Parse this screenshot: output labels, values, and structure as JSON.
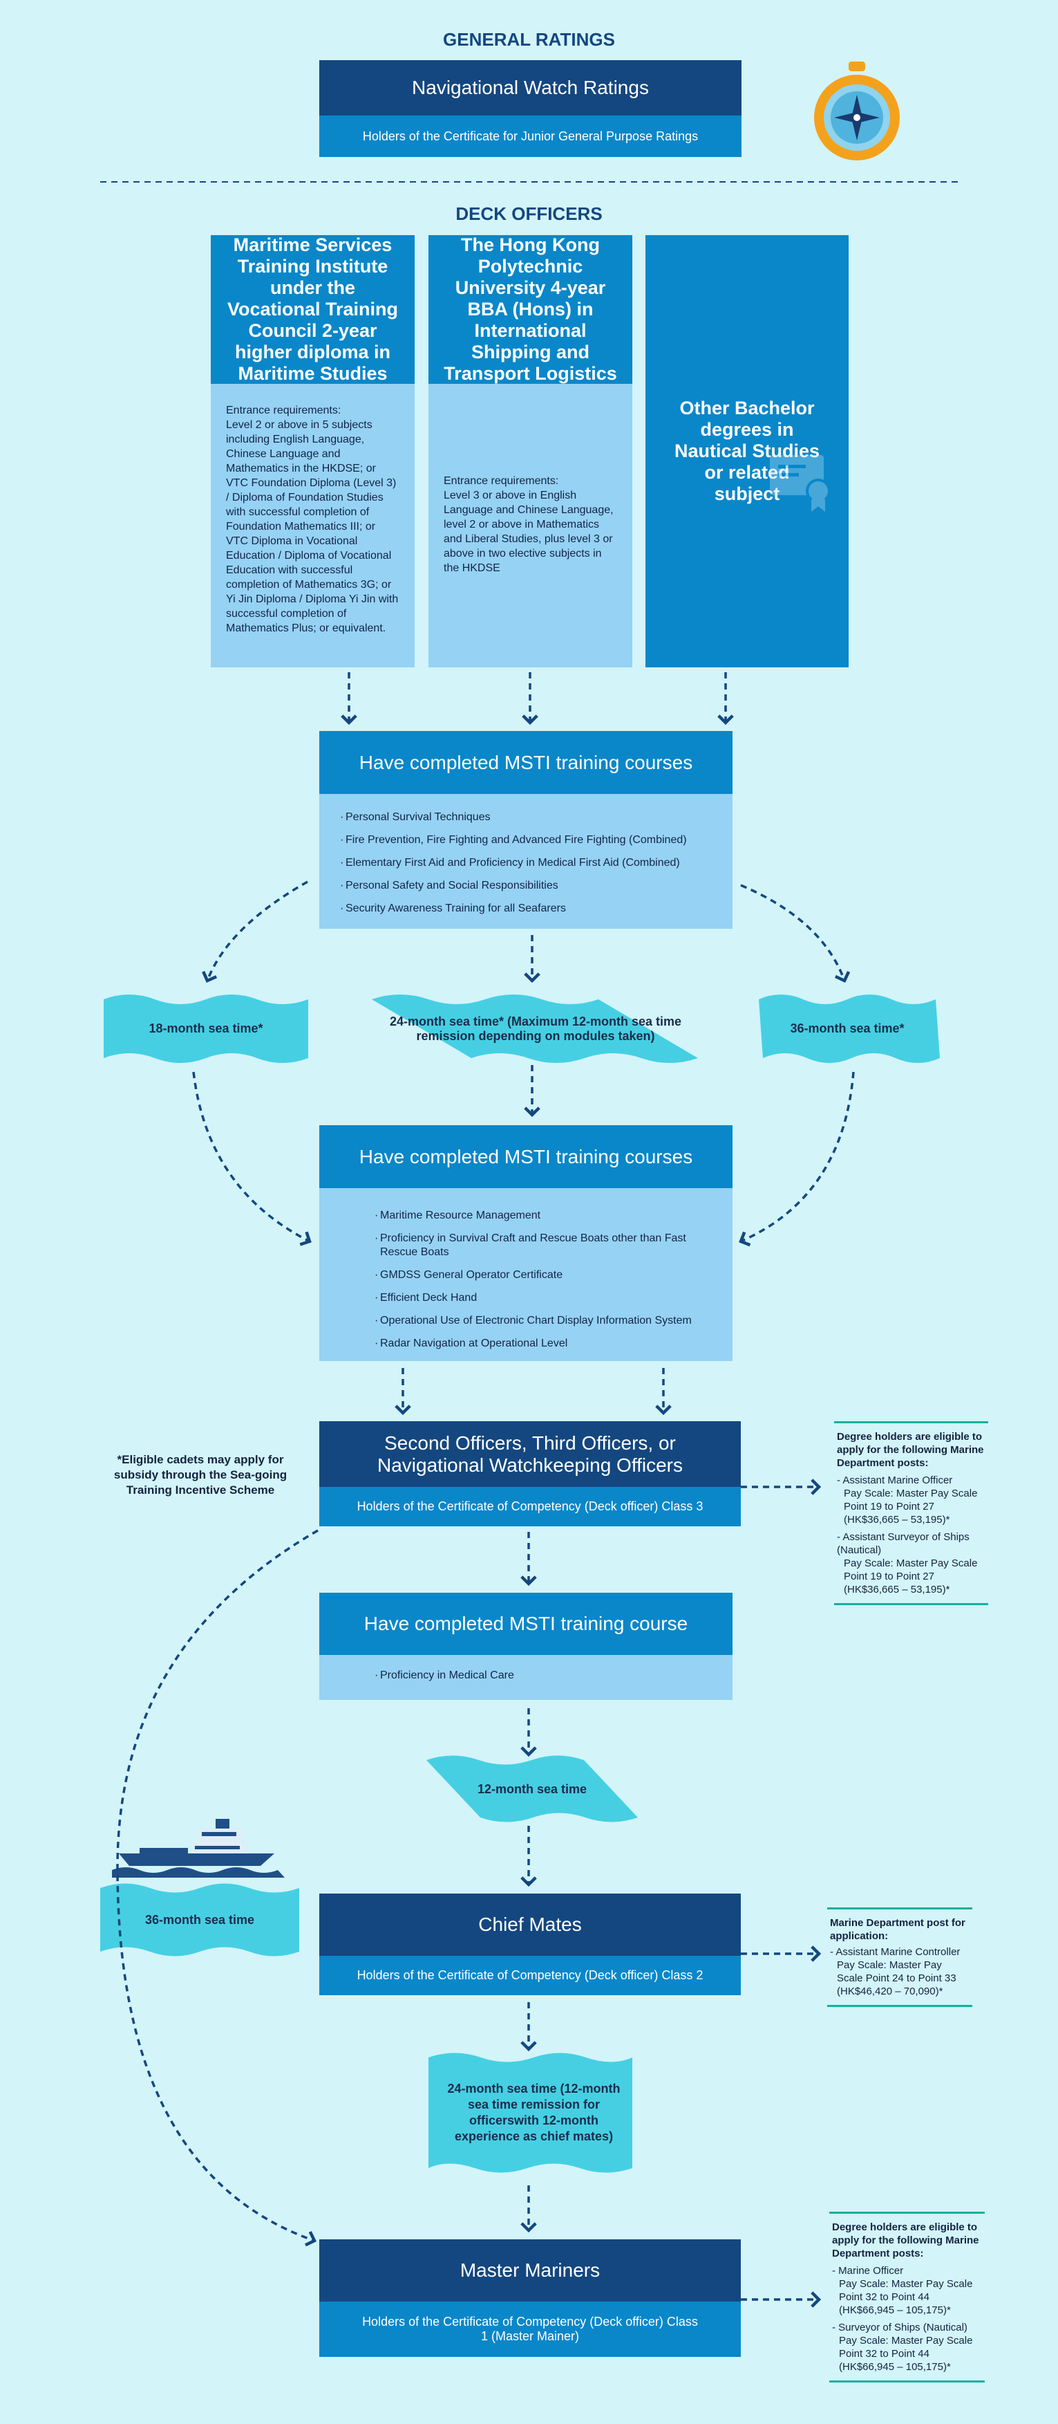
{
  "general": {
    "title": "GENERAL RATINGS",
    "box_title": "Navigational Watch Ratings",
    "box_sub": "Holders of the Certificate for Junior General Purpose Ratings"
  },
  "deck": {
    "title": "DECK OFFICERS",
    "col1": {
      "title": "Maritime Services Training Institute under the Vocational Training Council 2-year higher diploma in Maritime Studies",
      "req_label": "Entrance requirements:",
      "req": "Level 2 or above in 5 subjects including English Language, Chinese Language and Mathematics in the HKDSE; or VTC Foundation Diploma (Level 3) / Diploma of Foundation Studies with successful completion of Foundation Mathematics III; or VTC Diploma in Vocational Education / Diploma of Vocational Education with successful completion of Mathematics 3G; or Yi Jin Diploma / Diploma Yi Jin with successful completion of Mathematics Plus; or equivalent."
    },
    "col2": {
      "title": "The Hong Kong Polytechnic University 4-year BBA (Hons) in International Shipping and Transport Logistics",
      "req_label": "Entrance requirements:",
      "req": "Level 3 or above in English Language and Chinese Language, level 2 or above in Mathematics and Liberal Studies, plus level 3 or above in two elective subjects in the HKDSE"
    },
    "col3": {
      "title": "Other Bachelor degrees in Nautical Studies or related subject"
    }
  },
  "training1": {
    "title": "Have completed MSTI training courses",
    "items": [
      "Personal Survival Techniques",
      "Fire Prevention, Fire Fighting and Advanced Fire Fighting (Combined)",
      "Elementary First Aid and Proficiency in Medical First Aid (Combined)",
      "Personal Safety and Social Responsibilities",
      "Security Awareness Training for all Seafarers"
    ]
  },
  "sea_time": {
    "left": "18-month sea time*",
    "middle": "24-month sea time* (Maximum 12-month sea time remission depending on modules taken)",
    "right": "36-month sea time*"
  },
  "training2": {
    "title": "Have completed MSTI training courses",
    "items": [
      "Maritime Resource Management",
      "Proficiency in Survival Craft and Rescue Boats other than Fast Rescue Boats",
      "GMDSS General Operator Certificate",
      "Efficient Deck Hand",
      "Operational Use of Electronic Chart Display Information System",
      "Radar Navigation at Operational Level"
    ]
  },
  "note": "*Eligible cadets may apply for subsidy through the Sea-going Training Incentive Scheme",
  "second_officers": {
    "title": "Second Officers, Third Officers, or Navigational Watchkeeping Officers",
    "sub": "Holders of the Certificate of Competency (Deck officer) Class 3"
  },
  "side1": {
    "title": "Degree holders are eligible to apply for the following Marine Department posts:",
    "items": [
      "- Assistant Marine Officer",
      "Pay Scale: Master Pay Scale Point 19 to Point 27 (HK$36,665 – 53,195)*",
      "- Assistant Surveyor of Ships (Nautical)",
      "Pay Scale: Master Pay Scale Point 19 to Point 27 (HK$36,665 – 53,195)*"
    ]
  },
  "training3": {
    "title": "Have completed MSTI training course",
    "items": [
      "Proficiency in Medical Care"
    ]
  },
  "sea12": "12-month sea time",
  "sea36": "36-month sea time",
  "chief_mates": {
    "title": "Chief Mates",
    "sub": "Holders of the Certificate of Competency (Deck officer) Class 2"
  },
  "side2": {
    "title": "Marine Department post for application:",
    "items": [
      "- Assistant Marine Controller",
      "Pay Scale: Master Pay Scale Point 24 to Point 33 (HK$46,420 – 70,090)*"
    ]
  },
  "sea24": "24-month sea time (12-month sea time remission for officerswith 12-month experience as chief mates)",
  "master": {
    "title": "Master Mariners",
    "sub": "Holders of the Certificate of Competency (Deck officer) Class 1 (Master Mainer)"
  },
  "side3": {
    "title": "Degree holders are eligible to apply for the following Marine Department posts:",
    "items": [
      "- Marine Officer",
      "Pay Scale: Master Pay Scale Point 32 to Point 44 (HK$66,945 – 105,175)*",
      "- Surveyor of Ships (Nautical)",
      "Pay Scale: Master Pay Scale Point 32 to Point 44 (HK$66,945 – 105,175)*"
    ]
  },
  "icons": [
    "compass-icon",
    "building-icon",
    "library-icon",
    "certificate-icon",
    "ship-icon"
  ],
  "colors": {
    "background": "#d3f4f9",
    "dark_blue": "#14477f",
    "mid_blue": "#0a87c9",
    "light_blue": "#96d2f3",
    "wave": "#46cfe3",
    "accent_teal": "#14b0a1"
  }
}
